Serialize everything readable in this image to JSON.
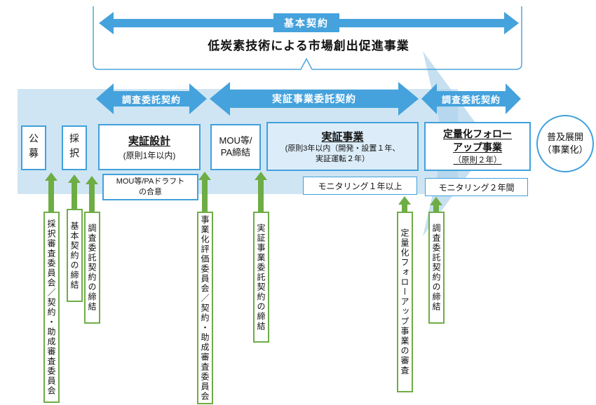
{
  "colors": {
    "arrow_blue": "#45A2DC",
    "band_light_blue": "#CFE5F4",
    "chevron_blue": "#A9CFEA",
    "box_border_blue": "#41A0DC",
    "jigyo_box_fill": "#DCEDF9",
    "green": "#6EAD45"
  },
  "header": {
    "top_arrow_label": "基本契約",
    "title": "低炭素技術による市場創出促進事業"
  },
  "contract_arrows": [
    {
      "label": "調査委託契約"
    },
    {
      "label": "実証事業委託契約"
    },
    {
      "label": "調査委託契約"
    }
  ],
  "steps": {
    "koubo": {
      "label": "公募"
    },
    "saitaku": {
      "label": "採択"
    },
    "jissho_sekkei": {
      "title": "実証設計",
      "subtitle": "(原則1年以内)"
    },
    "mou_pa": {
      "line1": "MOU等/",
      "line2": "PA締結"
    },
    "jissho_jigyo": {
      "title": "実証事業",
      "subtitle_line1": "(原則3年以内（開発・設置１年、",
      "subtitle_line2": "実証運転２年）"
    },
    "teiryoka_followup": {
      "title_line1": "定量化フォロー",
      "title_line2": "アップ事業",
      "subtitle": "（原則２年）"
    },
    "fukyu_tenkai": {
      "line1": "普及展開",
      "line2": "（事業化）"
    }
  },
  "sub_boxes": {
    "mou_draft": {
      "line1": "MOU等/PAドラフト",
      "line2": "の合意"
    },
    "monitoring_1": {
      "label": "モニタリング１年以上"
    },
    "monitoring_2": {
      "label": "モニタリング２年間"
    }
  },
  "vertical_notes": [
    {
      "label": "採択審査委員会／契約・助成審査委員会"
    },
    {
      "label": "基本契約の締結"
    },
    {
      "label": "調査委託契約の締結"
    },
    {
      "label": "事業化評価委員会／契約・助成審査委員会"
    },
    {
      "label": "実証事業委託契約の締結"
    },
    {
      "label": "定量化フォローアップ事業の審査"
    },
    {
      "label": "調査委託契約の締結"
    }
  ]
}
